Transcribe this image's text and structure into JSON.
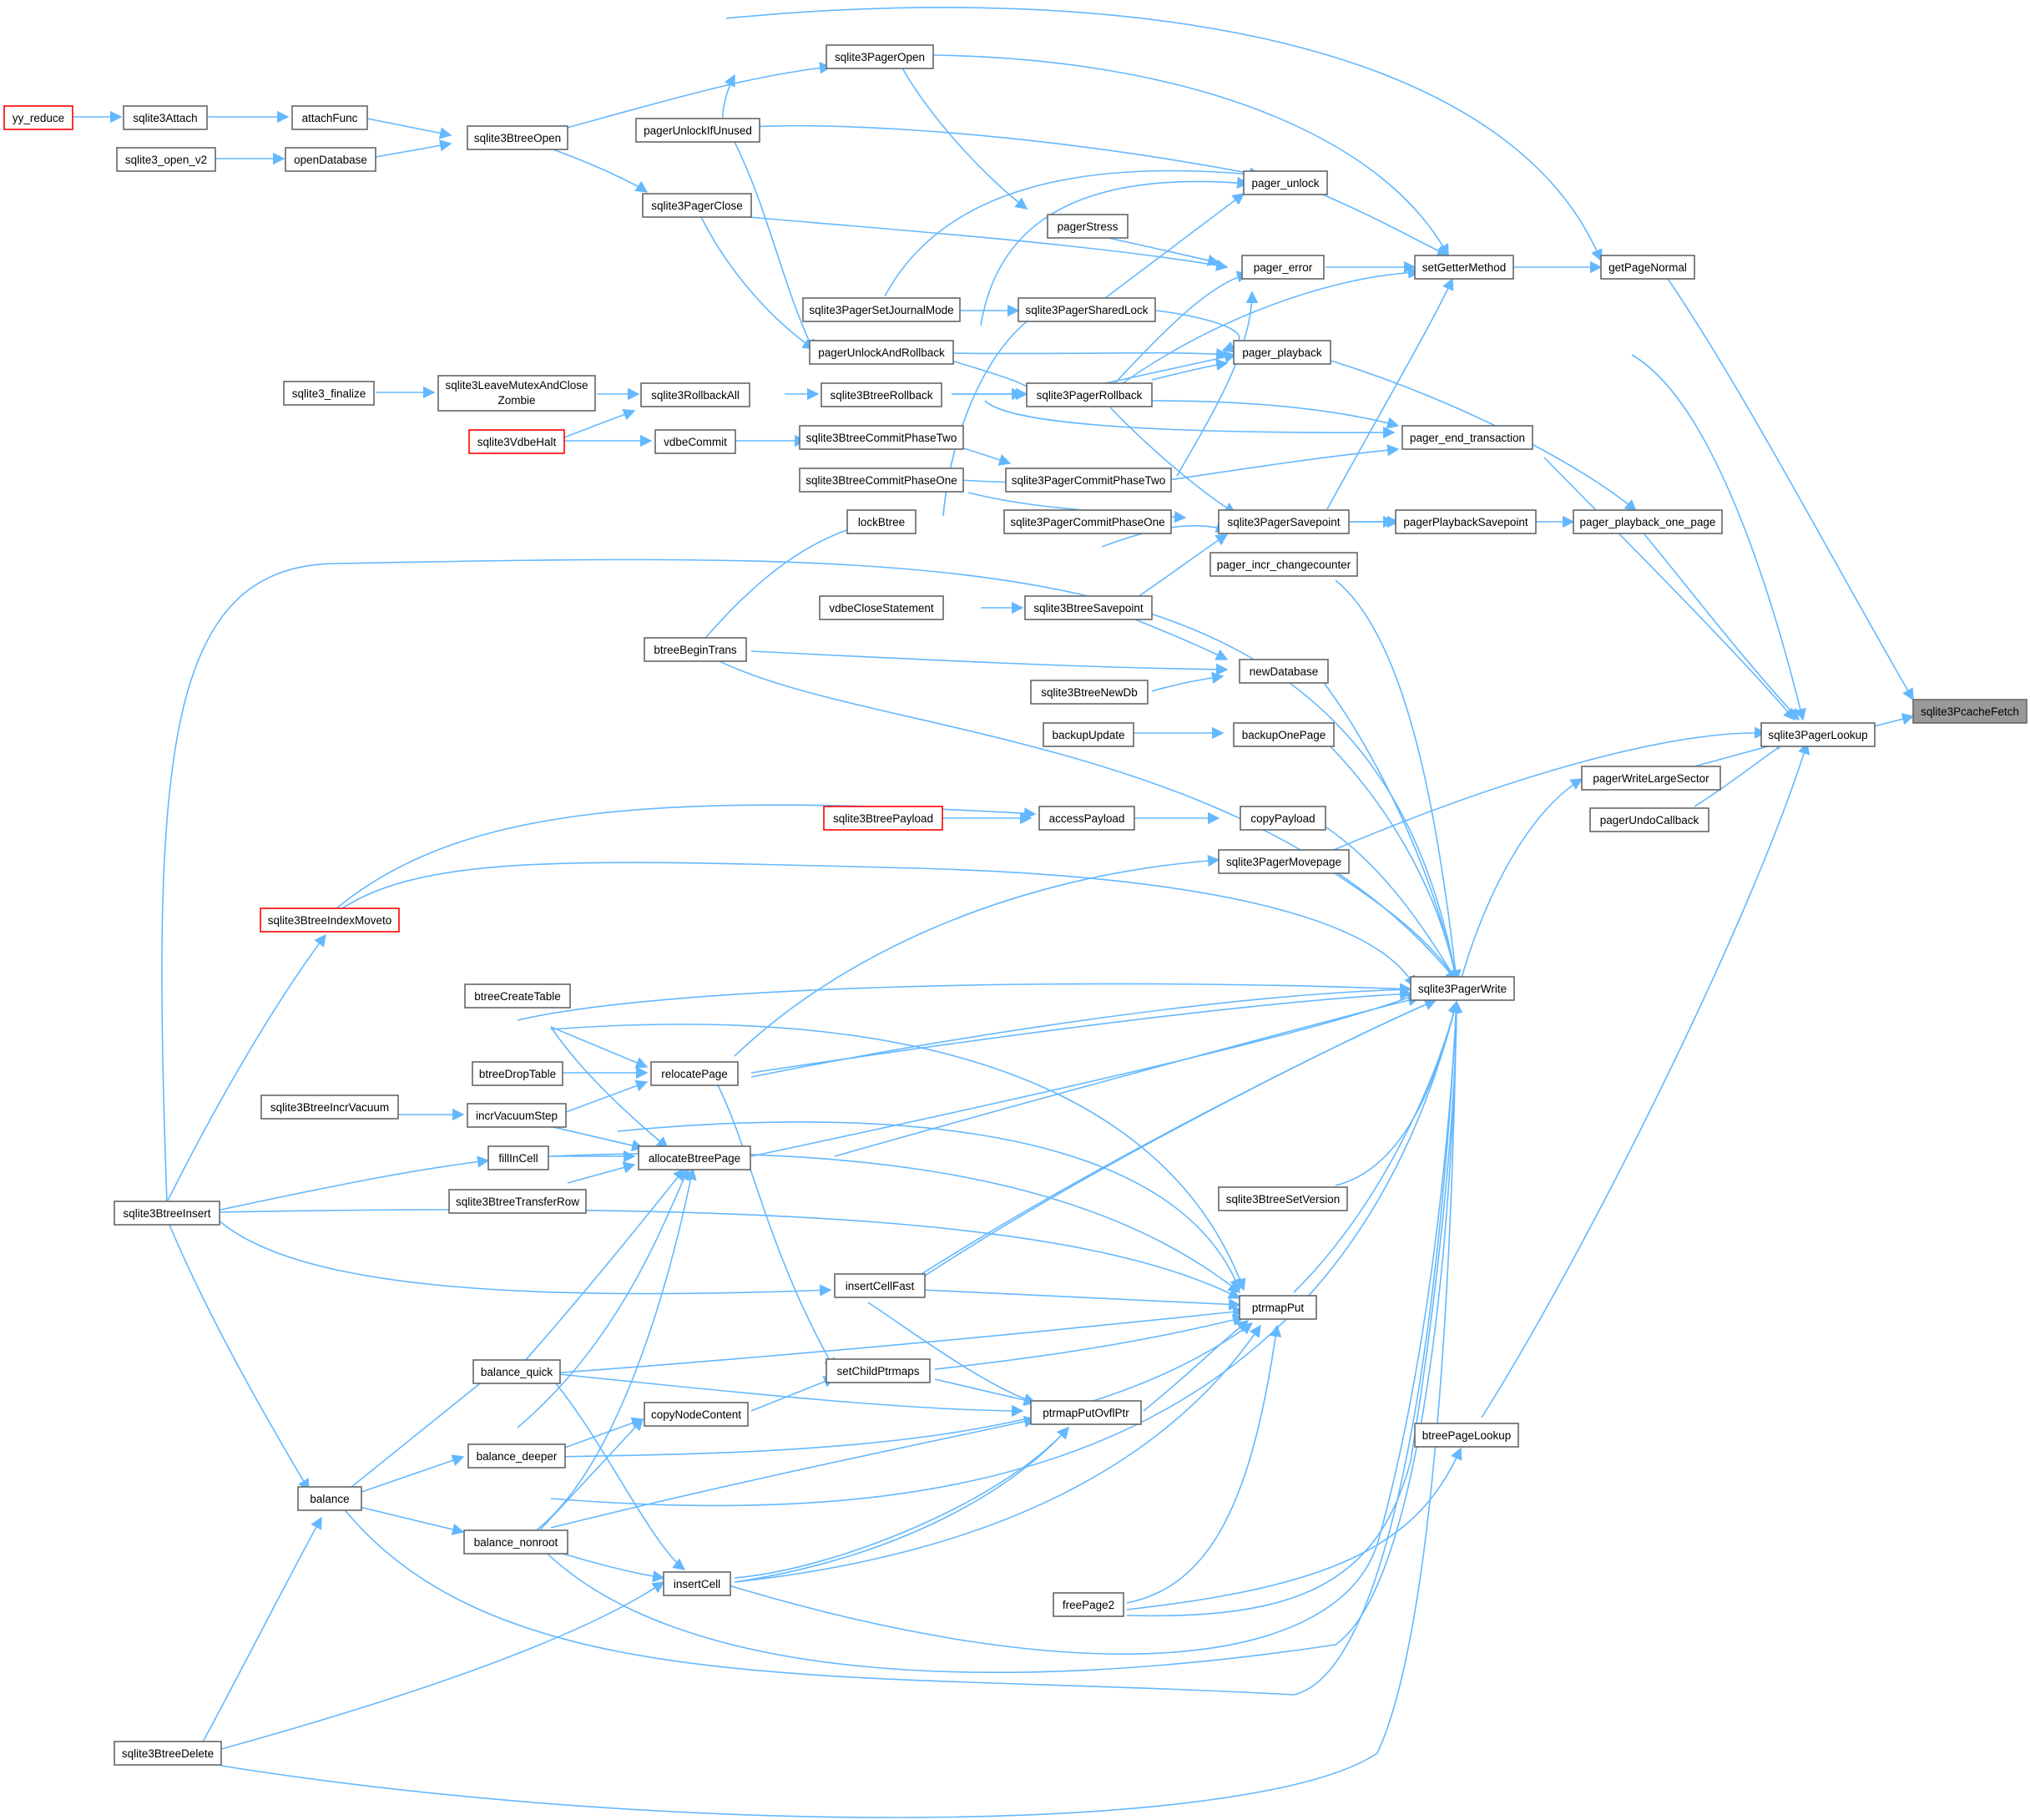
{
  "graph": {
    "type": "call-graph",
    "nodes": [
      {
        "id": "n0",
        "label": "sqlite3PcacheFetch",
        "style": "focus"
      },
      {
        "id": "n1",
        "label": "getPageNormal"
      },
      {
        "id": "n2",
        "label": "sqlite3PagerLookup"
      },
      {
        "id": "n3",
        "label": "setGetterMethod"
      },
      {
        "id": "n4",
        "label": "pager_playback_one_page"
      },
      {
        "id": "n5",
        "label": "pagerWriteLargeSector"
      },
      {
        "id": "n6",
        "label": "pagerUndoCallback"
      },
      {
        "id": "n7",
        "label": "sqlite3PagerWrite"
      },
      {
        "id": "n8",
        "label": "btreePageLookup"
      },
      {
        "id": "n9",
        "label": "sqlite3PagerOpen"
      },
      {
        "id": "n10",
        "label": "pager_unlock"
      },
      {
        "id": "n11",
        "label": "pager_error"
      },
      {
        "id": "n12",
        "label": "sqlite3PagerSharedLock"
      },
      {
        "id": "n13",
        "label": "pager_playback"
      },
      {
        "id": "n14",
        "label": "sqlite3PagerRollback"
      },
      {
        "id": "n15",
        "label": "pager_end_transaction"
      },
      {
        "id": "n16",
        "label": "sqlite3PagerCommitPhaseTwo"
      },
      {
        "id": "n17",
        "label": "sqlite3PagerCommitPhaseOne"
      },
      {
        "id": "n18",
        "label": "sqlite3PagerSavepoint"
      },
      {
        "id": "n19",
        "label": "pagerPlaybackSavepoint"
      },
      {
        "id": "n20",
        "label": "pager_incr_changecounter"
      },
      {
        "id": "n21",
        "label": "sqlite3BtreeSavepoint"
      },
      {
        "id": "n22",
        "label": "newDatabase"
      },
      {
        "id": "n23",
        "label": "sqlite3BtreeNewDb"
      },
      {
        "id": "n24",
        "label": "backupOnePage"
      },
      {
        "id": "n25",
        "label": "backupUpdate"
      },
      {
        "id": "n26",
        "label": "copyPayload"
      },
      {
        "id": "n27",
        "label": "accessPayload"
      },
      {
        "id": "n28",
        "label": "sqlite3BtreePayload",
        "style": "red"
      },
      {
        "id": "n29",
        "label": "sqlite3PagerMovepage"
      },
      {
        "id": "n30",
        "label": "sqlite3BtreeSetVersion"
      },
      {
        "id": "n31",
        "label": "ptrmapPut"
      },
      {
        "id": "n32",
        "label": "ptrmapPutOvflPtr"
      },
      {
        "id": "n33",
        "label": "freePage2"
      },
      {
        "id": "n34",
        "label": "pagerStress"
      },
      {
        "id": "n35",
        "label": "sqlite3BtreeOpen"
      },
      {
        "id": "n36",
        "label": "pagerUnlockIfUnused"
      },
      {
        "id": "n37",
        "label": "sqlite3PagerClose"
      },
      {
        "id": "n38",
        "label": "sqlite3PagerSetJournalMode"
      },
      {
        "id": "n39",
        "label": "pagerUnlockAndRollback"
      },
      {
        "id": "n40",
        "label": "sqlite3BtreeRollback"
      },
      {
        "id": "n41",
        "label": "sqlite3RollbackAll"
      },
      {
        "id": "n42",
        "label": "sqlite3BtreeCommitPhaseTwo"
      },
      {
        "id": "n43",
        "label": "sqlite3BtreeCommitPhaseOne"
      },
      {
        "id": "n44",
        "label": "vdbeCommit"
      },
      {
        "id": "n45",
        "label": "lockBtree"
      },
      {
        "id": "n46",
        "label": "btreeBeginTrans"
      },
      {
        "id": "n47",
        "label": "vdbeCloseStatement"
      },
      {
        "id": "n48",
        "label": "sqlite3LeaveMutexAndClose"
      },
      {
        "id": "n48b",
        "label": "Zombie"
      },
      {
        "id": "n49",
        "label": "sqlite3_finalize"
      },
      {
        "id": "n50",
        "label": "sqlite3VdbeHalt",
        "style": "red"
      },
      {
        "id": "n51",
        "label": "attachFunc"
      },
      {
        "id": "n52",
        "label": "sqlite3Attach"
      },
      {
        "id": "n53",
        "label": "yy_reduce",
        "style": "red"
      },
      {
        "id": "n54",
        "label": "openDatabase"
      },
      {
        "id": "n55",
        "label": "sqlite3_open_v2"
      },
      {
        "id": "n56",
        "label": "sqlite3BtreeIndexMoveto",
        "style": "red"
      },
      {
        "id": "n57",
        "label": "btreeCreateTable"
      },
      {
        "id": "n58",
        "label": "btreeDropTable"
      },
      {
        "id": "n59",
        "label": "relocatePage"
      },
      {
        "id": "n60",
        "label": "sqlite3BtreeIncrVacuum"
      },
      {
        "id": "n61",
        "label": "incrVacuumStep"
      },
      {
        "id": "n62",
        "label": "fillInCell"
      },
      {
        "id": "n63",
        "label": "allocateBtreePage"
      },
      {
        "id": "n64",
        "label": "sqlite3BtreeTransferRow"
      },
      {
        "id": "n65",
        "label": "sqlite3BtreeInsert"
      },
      {
        "id": "n66",
        "label": "insertCellFast"
      },
      {
        "id": "n67",
        "label": "setChildPtrmaps"
      },
      {
        "id": "n68",
        "label": "balance_quick"
      },
      {
        "id": "n69",
        "label": "copyNodeContent"
      },
      {
        "id": "n70",
        "label": "balance_deeper"
      },
      {
        "id": "n71",
        "label": "balance"
      },
      {
        "id": "n72",
        "label": "balance_nonroot"
      },
      {
        "id": "n73",
        "label": "insertCell"
      },
      {
        "id": "n74",
        "label": "sqlite3BtreeDelete"
      }
    ]
  }
}
